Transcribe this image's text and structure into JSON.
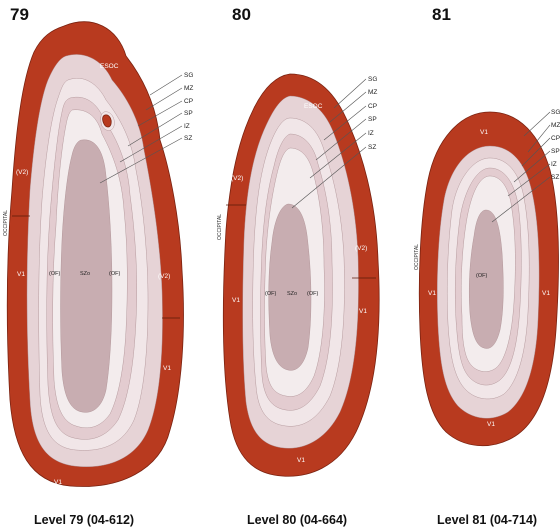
{
  "colors": {
    "outer": "#b83a1f",
    "outer_edge": "#7a2210",
    "sg": "#e6d3d6",
    "mz": "#f1e6e8",
    "cp": "#e3ccd0",
    "sp": "#f3eced",
    "iz": "#efe7e9",
    "core": "#c8adb1"
  },
  "layer_labels": [
    "SG",
    "MZ",
    "CP",
    "SP",
    "IZ",
    "SZ"
  ],
  "panels": [
    {
      "number": "79",
      "caption": "Level 79 (04-612)",
      "esoc": "ESOC",
      "occipital": "OCCIPITAL",
      "v2_left": "(V2)",
      "v2_right": "(V2)",
      "v1_left": "V1",
      "v1_right": "V1",
      "v1_bottom": "V1",
      "of_left": "(OF)",
      "szo": "SZo",
      "of_right": "(OF)"
    },
    {
      "number": "80",
      "caption": "Level 80 (04-664)",
      "esoc": "ESOC",
      "occipital": "OCCIPITAL",
      "v2_left": "(V2)",
      "v2_right": "(V2)",
      "v1_left": "V1",
      "v1_right": "V1",
      "v1_bottom": "V1",
      "of_left": "(OF)",
      "szo": "SZo",
      "of_right": "(OF)"
    },
    {
      "number": "81",
      "caption": "Level 81 (04-714)",
      "occipital": "OCCIPITAL",
      "v1_top": "V1",
      "v1_left": "V1",
      "v1_right": "V1",
      "v1_bottom": "V1",
      "of_center": "(OF)"
    }
  ]
}
